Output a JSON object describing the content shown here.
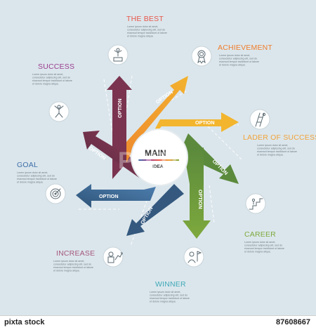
{
  "center": {
    "main": "MAIN",
    "idea": "IDEA"
  },
  "option_label": "OPTION",
  "body_lines": [
    "Lorem ipsum dolor sit amet,",
    "consectetur adipiscing elit, sed do",
    "eiusmod tempor incididunt ut labore",
    "et dolore magna aliqua."
  ],
  "steps": [
    {
      "title": "THE BEST",
      "color": "#e8574a",
      "icon": "trophy-winner-icon"
    },
    {
      "title": "ACHIEVEMENT",
      "color": "#ef7d2c",
      "icon": "award-medal-icon"
    },
    {
      "title": "LADER OF SUCCESS",
      "color": "#f2a33a",
      "icon": "ladder-climb-icon"
    },
    {
      "title": "CAREER",
      "color": "#7ea93d",
      "icon": "career-steps-icon"
    },
    {
      "title": "WINNER",
      "color": "#3fa9b8",
      "icon": "winner-flag-icon"
    },
    {
      "title": "INCREASE",
      "color": "#a5587c",
      "icon": "growth-person-icon"
    },
    {
      "title": "GOAL",
      "color": "#3e6fa8",
      "icon": "target-icon"
    },
    {
      "title": "SUCCESS",
      "color": "#9a3c8e",
      "icon": "jumping-person-icon"
    }
  ],
  "arrow_colors": [
    "#6a2d45",
    "#7a3450",
    "#f0a33a",
    "#f3b52e",
    "#4d7a3a",
    "#6f9a36",
    "#34587e",
    "#3e6fa8"
  ],
  "watermark": "PIXTA",
  "footer": {
    "logo": "pixta stock",
    "number": "87608667"
  }
}
